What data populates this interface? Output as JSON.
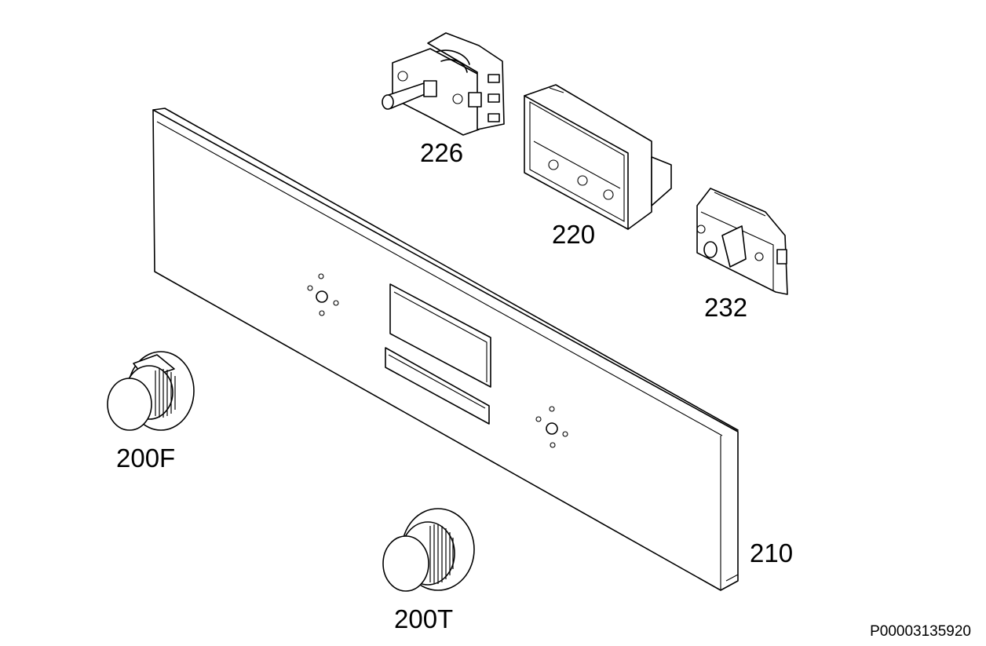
{
  "diagram": {
    "labels": {
      "switch": "226",
      "display_housing": "220",
      "thermostat": "232",
      "knob_function": "200F",
      "panel": "210",
      "knob_temperature": "200T"
    },
    "reference_code": "P00003135920",
    "line_color": "#000000",
    "background": "#ffffff"
  }
}
